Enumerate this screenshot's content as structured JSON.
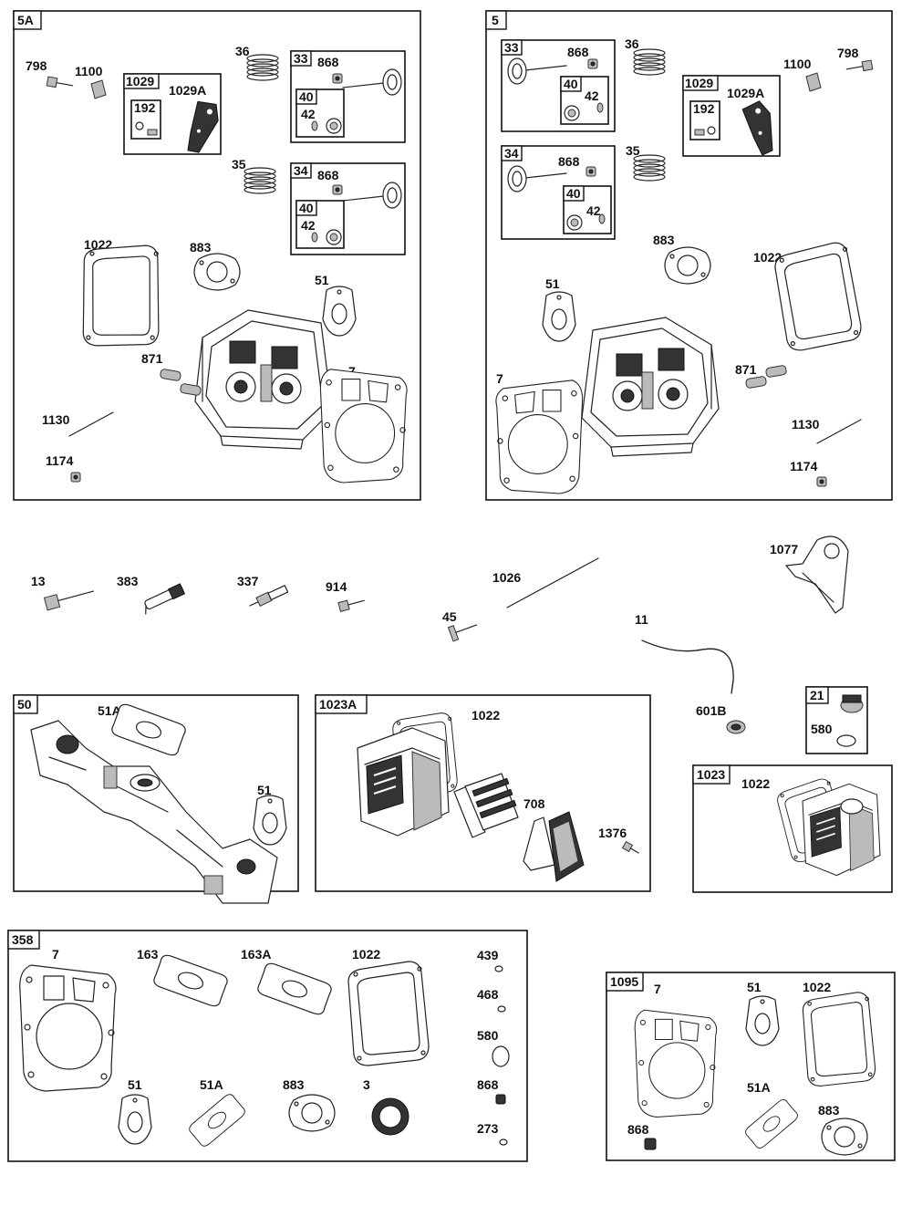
{
  "sections": {
    "s5A": {
      "title": "5A",
      "sub1029": "1029",
      "sub33": "33",
      "sub34": "34",
      "sub40a": "40",
      "sub40b": "40",
      "sub192": "192"
    },
    "s5": {
      "title": "5",
      "sub1029": "1029",
      "sub33": "33",
      "sub34": "34",
      "sub40a": "40",
      "sub40b": "40",
      "sub192": "192"
    },
    "s50": {
      "title": "50"
    },
    "s1023A": {
      "title": "1023A"
    },
    "s21": {
      "title": "21"
    },
    "s1023": {
      "title": "1023"
    },
    "s358": {
      "title": "358"
    },
    "s1095": {
      "title": "1095"
    }
  },
  "labels": {
    "a798": "798",
    "a1100": "1100",
    "a1029A": "1029A",
    "a36": "36",
    "a868a": "868",
    "a42a": "42",
    "a35": "35",
    "a868b": "868",
    "a42b": "42",
    "a1022": "1022",
    "a883": "883",
    "a51": "51",
    "a871": "871",
    "a7": "7",
    "a1130": "1130",
    "a1174": "1174",
    "b868a": "868",
    "b36": "36",
    "b1100": "1100",
    "b798": "798",
    "b42a": "42",
    "b1029A": "1029A",
    "b868b": "868",
    "b35": "35",
    "b42b": "42",
    "b883": "883",
    "b1022": "1022",
    "b51": "51",
    "b871": "871",
    "b7": "7",
    "b1130": "1130",
    "b1174": "1174",
    "m13": "13",
    "m383": "383",
    "m337": "337",
    "m914": "914",
    "m1026": "1026",
    "m45": "45",
    "m1077": "1077",
    "m11": "11",
    "m601B": "601B",
    "c51A": "51A",
    "c51": "51",
    "d1022": "1022",
    "d708": "708",
    "d1376": "1376",
    "e580": "580",
    "f1022": "1022",
    "g7": "7",
    "g163": "163",
    "g163A": "163A",
    "g1022": "1022",
    "g439": "439",
    "g468": "468",
    "g580": "580",
    "g868": "868",
    "g273": "273",
    "g51": "51",
    "g51A": "51A",
    "g883": "883",
    "g3": "3",
    "h7": "7",
    "h51": "51",
    "h1022": "1022",
    "h51A": "51A",
    "h883": "883",
    "h868": "868"
  }
}
